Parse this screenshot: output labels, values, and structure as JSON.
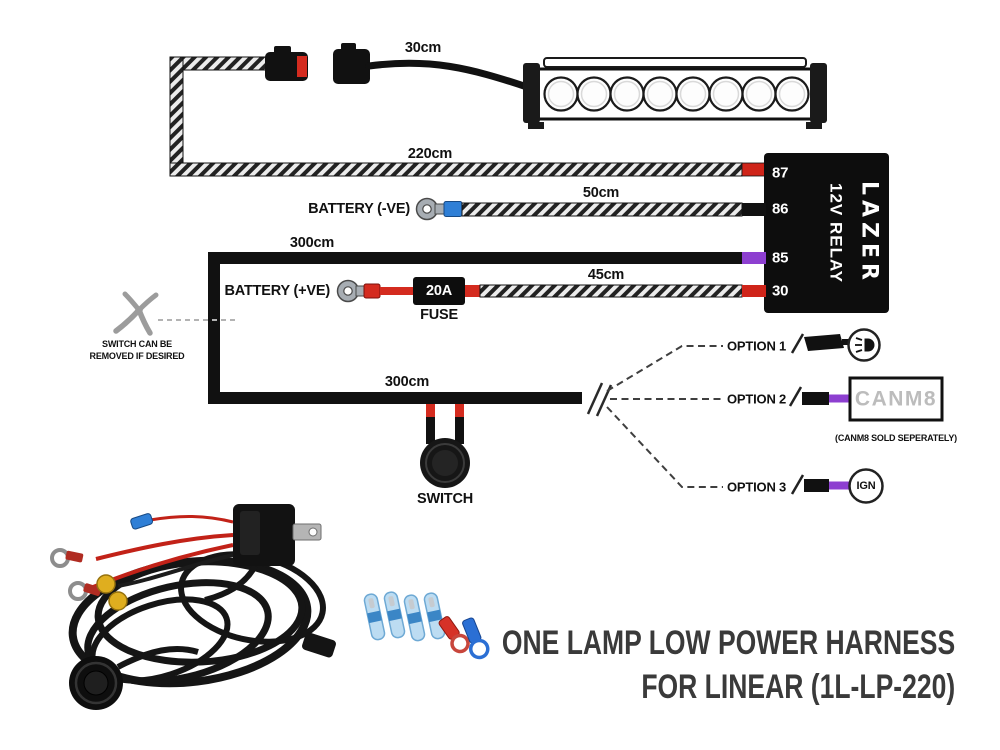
{
  "diagram": {
    "cable_labels": {
      "lamp_connector": "30cm",
      "main_loom": "220cm",
      "battery_negative_lead": "50cm",
      "switch_feed": "300cm",
      "battery_positive_lead": "45cm",
      "switch_run": "300cm"
    },
    "labels": {
      "battery_negative": "BATTERY (-VE)",
      "battery_positive": "BATTERY (+VE)",
      "fuse_rating": "20A",
      "fuse": "FUSE",
      "switch": "SWITCH",
      "switch_note_line1": "SWITCH CAN BE",
      "switch_note_line2": "REMOVED IF DESIRED"
    },
    "relay": {
      "terminals": [
        "87",
        "86",
        "85",
        "30"
      ],
      "label": "12V RELAY",
      "brand": "LAZER"
    },
    "options": [
      {
        "label": "OPTION 1",
        "device": "worklight-icon"
      },
      {
        "label": "OPTION 2",
        "device": "CANM8",
        "note": "(CANM8 SOLD SEPERATELY)"
      },
      {
        "label": "OPTION 3",
        "device": "IGN"
      }
    ],
    "colors": {
      "wire_red": "#d42b1f",
      "wire_purple": "#8d3fd0",
      "crimp_blue": "#2f7fd6",
      "connector_yellow": "#dfae1f",
      "loom_stripe": "#222222",
      "canm8_text": "#bcbcbc",
      "title_text": "#3a3a3a"
    },
    "icons": {
      "cutters": "cutters-icon",
      "worklight": "worklight-icon",
      "ring_terminal": "ring-terminal-icon"
    }
  },
  "title": {
    "line1": "ONE LAMP LOW POWER HARNESS",
    "line2": "FOR LINEAR (1L-LP-220)"
  }
}
